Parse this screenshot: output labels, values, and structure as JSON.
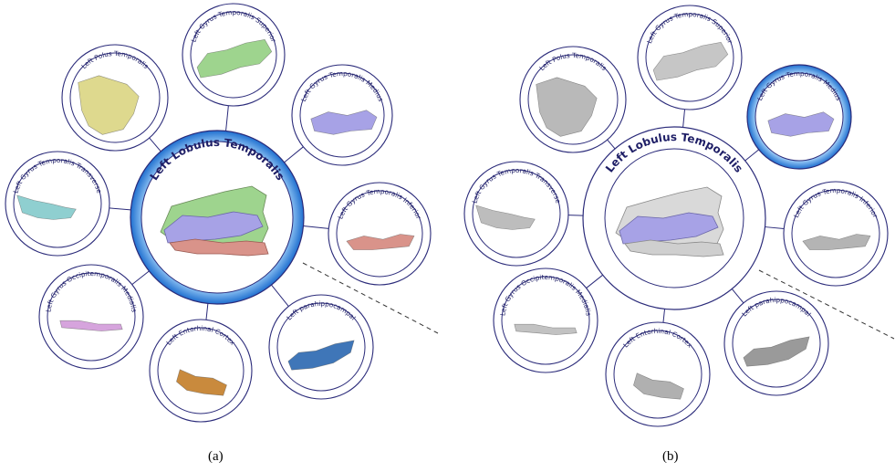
{
  "panels": [
    {
      "caption": "(a)",
      "mode": "color",
      "center": {
        "label": "Left Lobulus Temporalis",
        "highlighted": true
      },
      "nodes": [
        {
          "id": "polus",
          "label": "Left Polus Temporalis",
          "color": "#ded98e",
          "selected": false
        },
        {
          "id": "superior",
          "label": "Left Gyrus Temporalis Superior",
          "color": "#9ed48e",
          "selected": false
        },
        {
          "id": "medius",
          "label": "Left Gyrus Temporalis Medius",
          "color": "#a7a2e6",
          "selected": false
        },
        {
          "id": "inferior",
          "label": "Left Gyrus Temporalis Inferior",
          "color": "#d9938a",
          "selected": false
        },
        {
          "id": "parahippocampal",
          "label": "Left parahippocampal",
          "color": "#3f76b8",
          "selected": false
        },
        {
          "id": "entorhinal",
          "label": "Left Entorhinal Cortex",
          "color": "#c98a3d",
          "selected": false
        },
        {
          "id": "occipitotemporalis",
          "label": "Left Gyrus Occipitemporalis Medialis",
          "color": "#d6a4dd",
          "selected": false
        },
        {
          "id": "transverse",
          "label": "Left Gyrus Temporalis Transverse",
          "color": "#8fcfd0",
          "selected": false
        }
      ]
    },
    {
      "caption": "(b)",
      "mode": "gray",
      "center": {
        "label": "Left Lobulus Temporalis",
        "highlighted": false
      },
      "nodes": [
        {
          "id": "polus",
          "label": "Left Polus Temporalis",
          "color": "#b9b9b9",
          "selected": false
        },
        {
          "id": "superior",
          "label": "Left Gyrus Temporalis Superior",
          "color": "#c6c6c6",
          "selected": false
        },
        {
          "id": "medius",
          "label": "Left Gyrus Temporalis Medius",
          "color": "#a7a2e6",
          "selected": true
        },
        {
          "id": "inferior",
          "label": "Left Gyrus Temporalis Inferior",
          "color": "#b4b4b4",
          "selected": false
        },
        {
          "id": "parahippocampal",
          "label": "Left parahippocampal",
          "color": "#9a9a9a",
          "selected": false
        },
        {
          "id": "entorhinal",
          "label": "Left Entorhinal Cortex",
          "color": "#b0b0b0",
          "selected": false
        },
        {
          "id": "occipitotemporalis",
          "label": "Left Gyrus Occipitemporalis Medialis",
          "color": "#c2c2c2",
          "selected": false
        },
        {
          "id": "transverse",
          "label": "Left Gyrus Temporalis Transverse",
          "color": "#bdbdbd",
          "selected": false
        }
      ]
    }
  ],
  "colors": {
    "ring": "#2b2b7a",
    "label": "#1e1e66",
    "highlight_inner": "#e8f4ff",
    "highlight_outer": "#2f7fd6",
    "connector": "#2b2b7a",
    "dashed": "#333333"
  }
}
